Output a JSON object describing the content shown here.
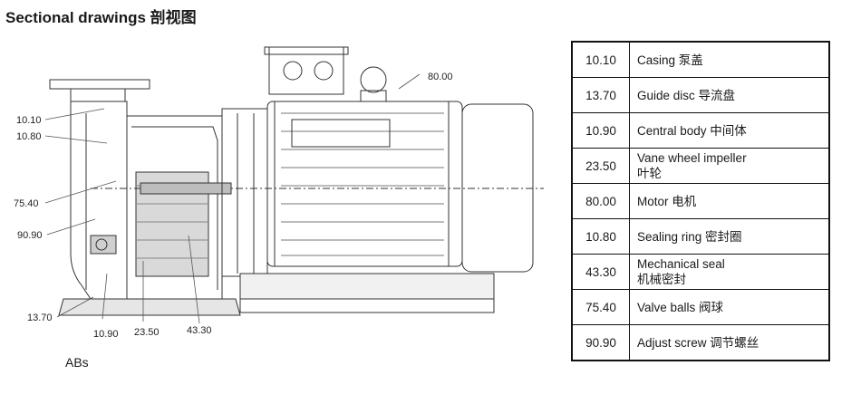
{
  "header": {
    "title": "Sectional drawings 剖视图"
  },
  "drawing": {
    "callouts": [
      "10.10",
      "10.80",
      "75.40",
      "90.90",
      "13.70",
      "10.90",
      "23.50",
      "43.30",
      "80.00"
    ],
    "caption": "ABs"
  },
  "parts_table": {
    "rows": [
      {
        "code": "10.10",
        "name": "Casing 泵盖"
      },
      {
        "code": "13.70",
        "name": "Guide disc  导流盘"
      },
      {
        "code": "10.90",
        "name": "Central body 中间体"
      },
      {
        "code": "23.50",
        "name": "Vane wheel impeller",
        "name2": "叶轮"
      },
      {
        "code": "80.00",
        "name": "Motor 电机"
      },
      {
        "code": "10.80",
        "name": "Sealing ring 密封圈"
      },
      {
        "code": "43.30",
        "name": "Mechanical seal",
        "name2": "机械密封"
      },
      {
        "code": "75.40",
        "name": "Valve balls 阀球"
      },
      {
        "code": "90.90",
        "name": "Adjust screw 调节螺丝"
      }
    ]
  }
}
